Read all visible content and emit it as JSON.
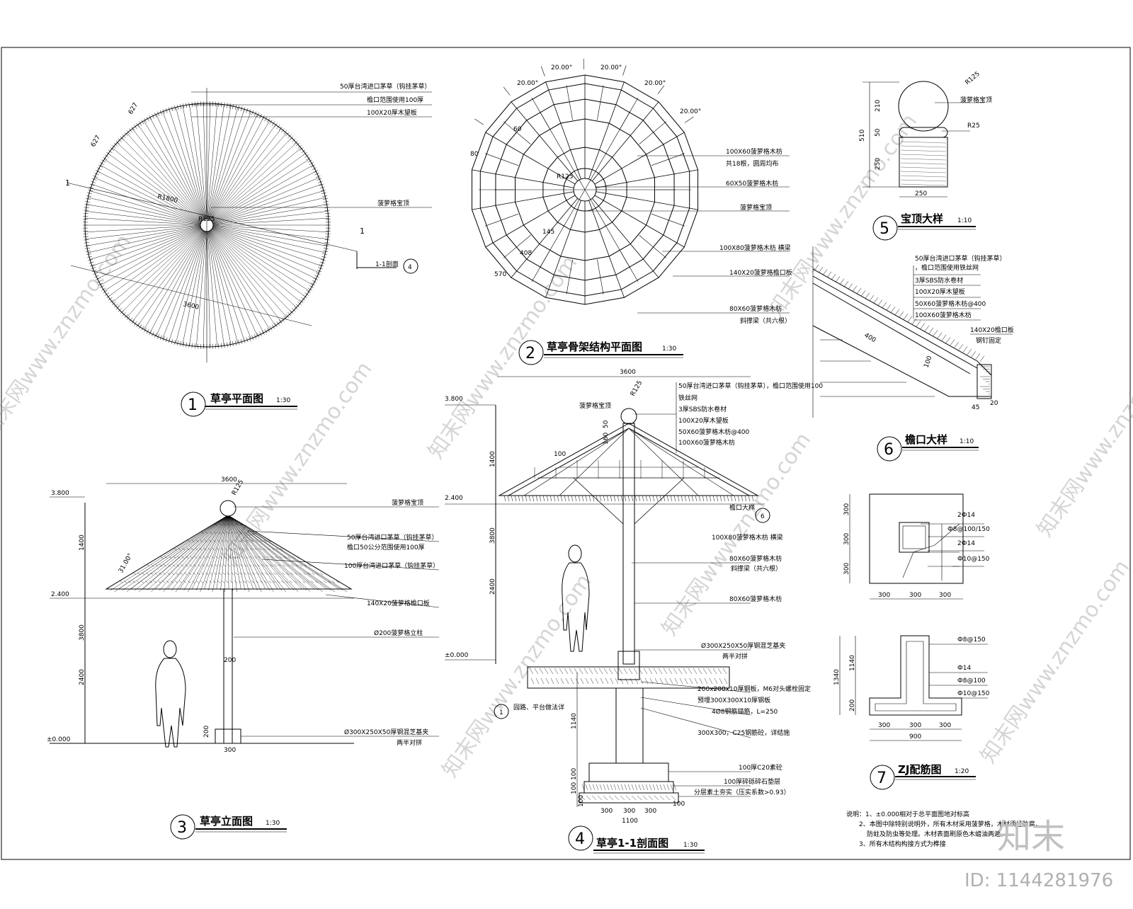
{
  "figures": {
    "f1": {
      "no": "1",
      "title": "草亭平面图",
      "scale": "1:30"
    },
    "f2": {
      "no": "2",
      "title": "草亭骨架结构平面图",
      "scale": "1:30"
    },
    "f3": {
      "no": "3",
      "title": "草亭立面图",
      "scale": "1:30"
    },
    "f4": {
      "no": "4",
      "title": "草亭1-1剖面图",
      "scale": "1:30"
    },
    "f5": {
      "no": "5",
      "title": "宝顶大样",
      "scale": "1:10"
    },
    "f6": {
      "no": "6",
      "title": "檐口大样",
      "scale": "1:10"
    },
    "f7": {
      "no": "7",
      "title": "ZJ配筋图",
      "scale": "1:20"
    }
  },
  "plan": {
    "labels": [
      "50厚台湾进口茅草（钩挂茅草）",
      "檐口范围使用100厚",
      "100X20厚木望板",
      "菠萝格宝顶"
    ],
    "dims": [
      "627",
      "627",
      "R1800",
      "R125",
      "3600"
    ],
    "section_mark": "1",
    "section_ref": "1-1剖面",
    "section_no": "4"
  },
  "frame": {
    "angles": [
      "20.00°",
      "20.00°",
      "20.00°",
      "20.00°",
      "20.00°"
    ],
    "dims": [
      "60",
      "80",
      "R125",
      "145",
      "408",
      "570"
    ],
    "labels": [
      "100X60菠萝格木枋",
      "共18根，圆周均布",
      "60X50菠萝格木枋",
      "菠萝格宝顶",
      "100X80菠萝格木枋  横梁",
      "140X20菠萝格檐口板",
      "80X60菠萝格木枋",
      "斜撑梁（共六根）"
    ]
  },
  "elev": {
    "levels": [
      "3.800",
      "2.400",
      "±0.000"
    ],
    "dims": [
      "3600",
      "R125",
      "1400",
      "3800",
      "2400",
      "200",
      "300",
      "200",
      "31.00°"
    ],
    "labels": [
      "菠萝格宝顶",
      "50厚台湾进口茅草（钩挂茅草）",
      "檐口50公分范围使用100厚",
      "100厚台湾进口茅草（钩挂茅草）",
      "140X20菠萝格檐口板",
      "Ø200菠萝格立柱",
      "Ø300X250X50厚钢混芝基夹",
      "两半对拼"
    ]
  },
  "section": {
    "levels": [
      "3.800",
      "2.400",
      "±0.000"
    ],
    "dims": [
      "3600",
      "R125",
      "1400",
      "3800",
      "2400",
      "160",
      "50",
      "100",
      "1140",
      "100",
      "100",
      "300",
      "300",
      "300",
      "100",
      "1100",
      "100"
    ],
    "labels": [
      "菠萝格宝顶",
      "50厚台湾进口茅草（钩挂茅草），檐口范围使用100",
      "铁丝网",
      "3厚SBS防水卷材",
      "100X20厚木望板",
      "50X60菠萝格木枋@400",
      "100X60菠萝格木枋",
      "檐口大样",
      "100X80菠萝格木枋  横梁",
      "80X60菠萝格木枋",
      "斜撑梁（共六根）",
      "80X60菠萝格木枋",
      "Ø300X250X50厚钢混芝基夹",
      "两半对拼",
      "200x200x10厚钢板，M6对头螺栓固定",
      "预埋300X300X10厚钢板",
      "4Ø8钢筋锚筋，L=250",
      "300X300，C25钢筋砼，详结施",
      "100厚C20素砼",
      "100厚碎砾碎石垫层",
      "分层素土夯实（压实系数>0.93）",
      "园路、平台做法详"
    ],
    "detail_ref": "6",
    "path_ref": "1"
  },
  "finial": {
    "dims": [
      "R125",
      "R25",
      "210",
      "50",
      "250",
      "510",
      "250"
    ],
    "labels": [
      "菠萝格宝顶"
    ]
  },
  "eave": {
    "labels": [
      "50厚台湾进口茅草（钩挂茅草）",
      "，檐口范围使用铁丝网",
      "3厚SBS防水卷材",
      "100X20厚木望板",
      "50X60菠萝格木枋@400",
      "100X60菠萝格木枋",
      "140X20檐口板",
      "钢钉固定"
    ],
    "dims": [
      "400",
      "100",
      "45",
      "20"
    ]
  },
  "rebar": {
    "labels": [
      "2Ф14",
      "Ф8@100/150",
      "2Ф14",
      "Ф10@150",
      "Ф8@150",
      "Ф14",
      "Ф8@100",
      "Ф10@150"
    ],
    "dims": [
      "300",
      "300",
      "300",
      "300",
      "300",
      "300",
      "1340",
      "1140",
      "200",
      "300",
      "300",
      "300",
      "900"
    ]
  },
  "notes": [
    "说明：1、±0.000相对于总平面图地对标高",
    "2、本图中除特别说明外，所有木材采用菠萝格，木材须经防腐，",
    "防蛀及防虫等处理。木材表面刷原色木蜡油两遍。",
    "3、所有木结构构接方式为榫接"
  ],
  "brand": {
    "logo": "知末",
    "id": "ID: 1144281976",
    "watermark": "知末网www.znzmo.com"
  }
}
